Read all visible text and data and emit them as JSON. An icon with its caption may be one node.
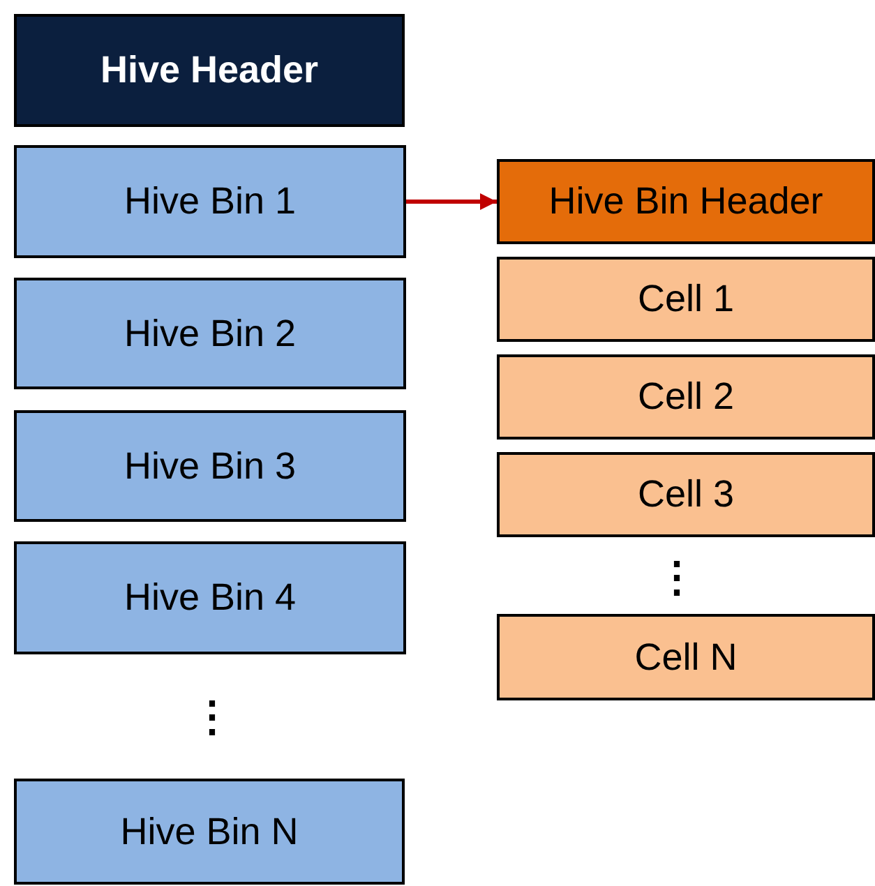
{
  "diagram": {
    "nodes": [
      {
        "text": [
          "Hive Header"
        ]
      },
      {
        "text": [
          "Hive Bin 1"
        ]
      },
      {
        "text": [
          "Hive Bin 2"
        ]
      },
      {
        "text": [
          "Hive Bin 3"
        ]
      },
      {
        "text": [
          "Hive Bin 4"
        ]
      },
      {
        "text": [
          "Hive Bin N"
        ]
      },
      {
        "text": [
          "Hive Bin Header"
        ]
      },
      {
        "text": [
          "Cell 1"
        ]
      },
      {
        "text": [
          "Cell 2"
        ]
      },
      {
        "text": [
          "Cell 3"
        ]
      },
      {
        "text": [
          "Cell N"
        ]
      }
    ],
    "edges": [
      {
        "from": 1,
        "to": 6,
        "arrow": "to",
        "color": "#c00000"
      }
    ],
    "labels": [
      "⋮",
      "⋮"
    ]
  }
}
